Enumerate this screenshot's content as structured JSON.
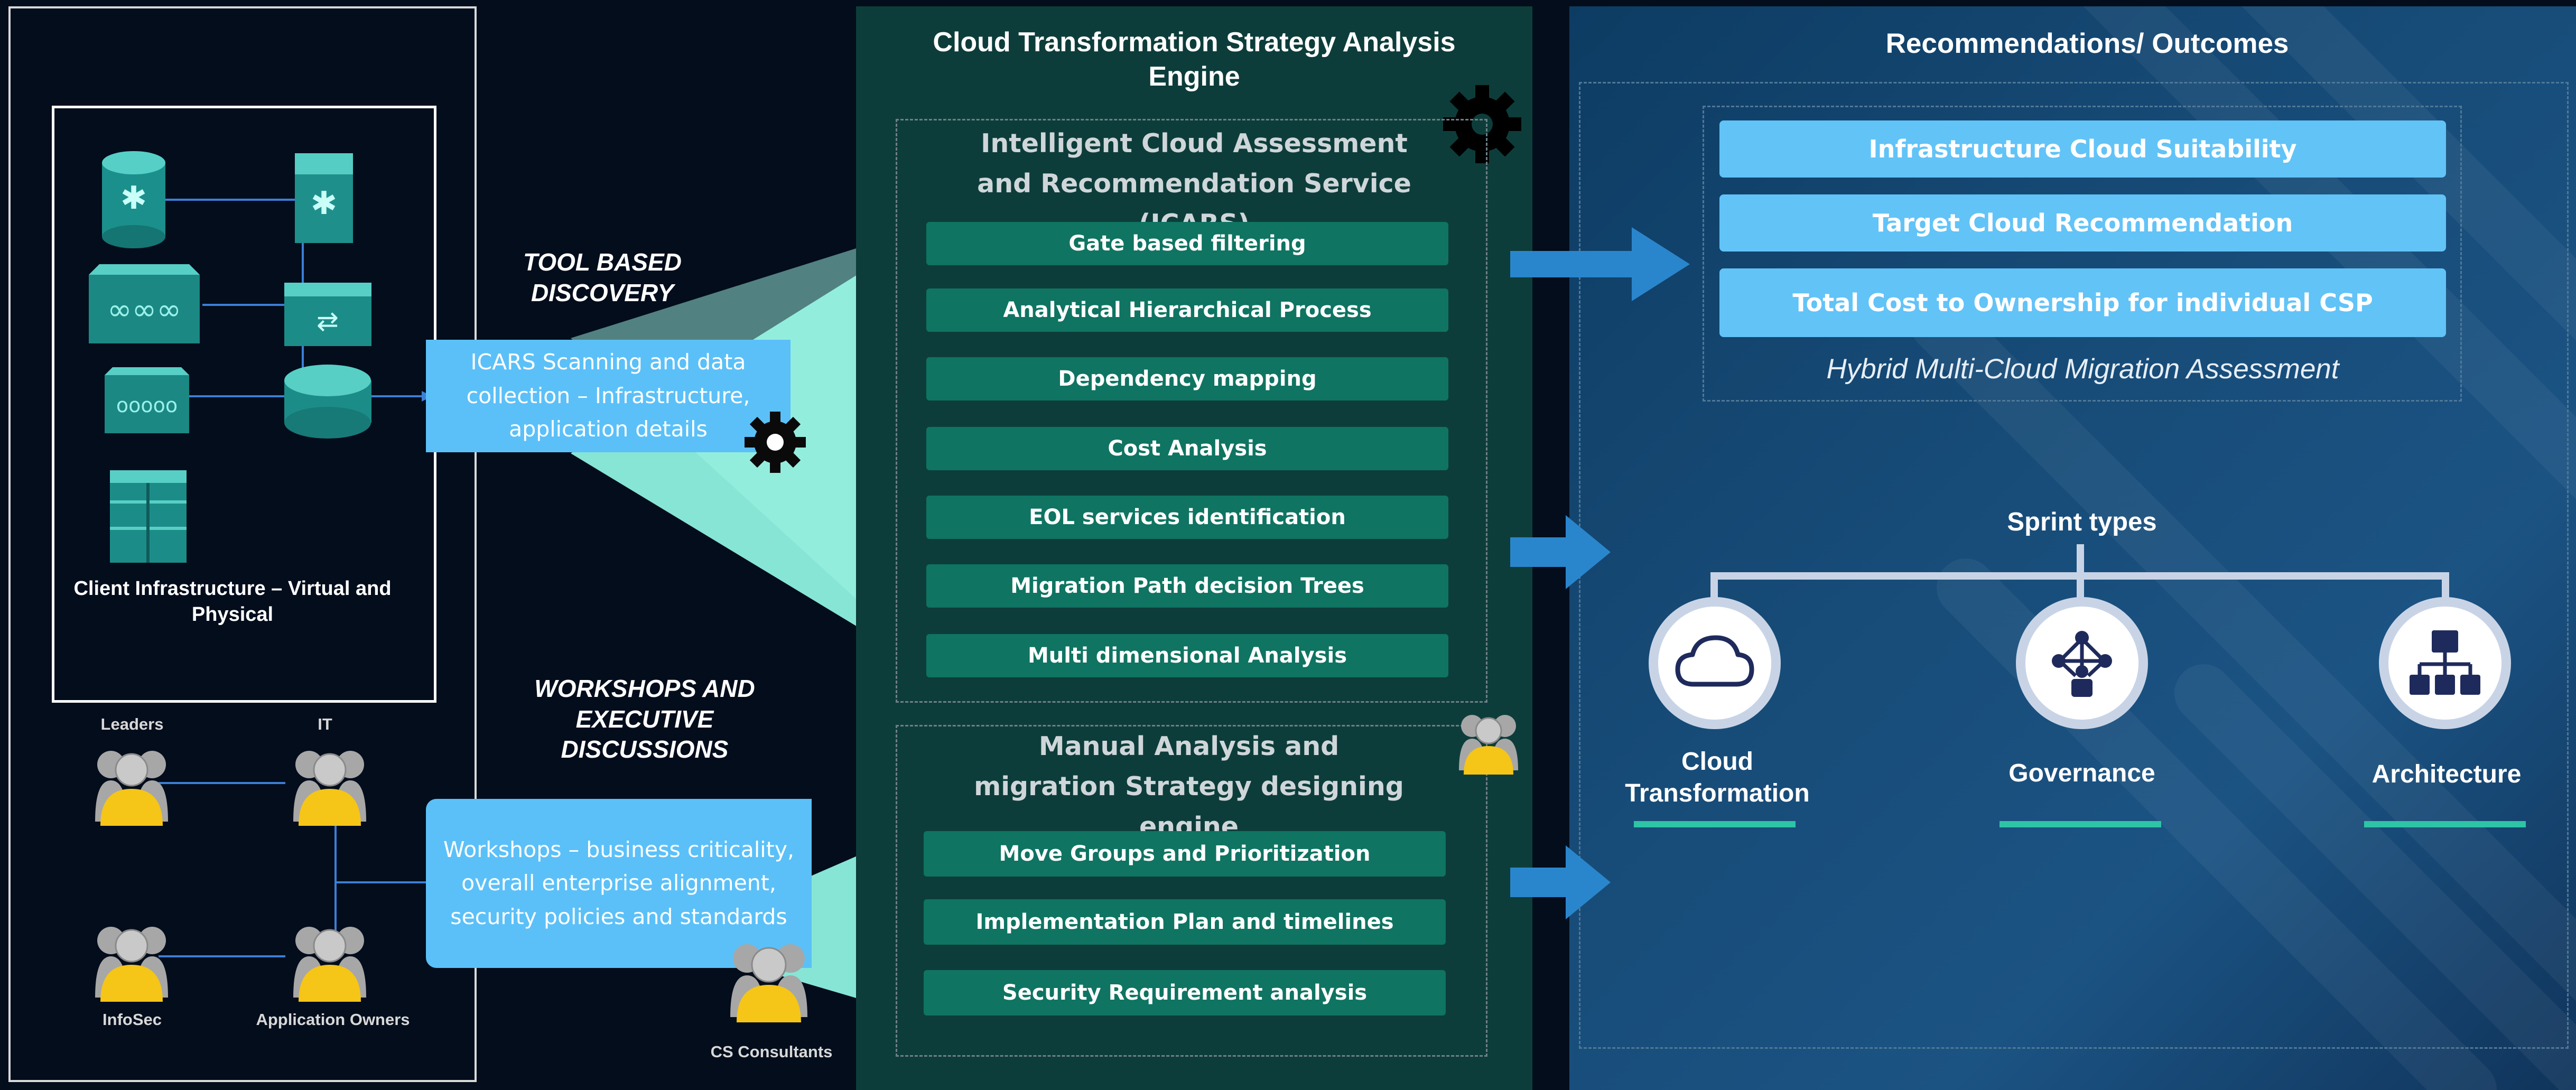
{
  "left": {
    "tool_heading": "TOOL BASED\nDISCOVERY",
    "workshops_heading": "WORKSHOPS AND\nEXECUTIVE\nDISCUSSIONS",
    "infra_label": "Client Infrastructure – Virtual and Physical",
    "icars_callout": "ICARS Scanning and data collection – Infrastructure, application details",
    "workshops_callout": "Workshops – business criticality, overall enterprise alignment, security policies and standards",
    "people": {
      "leaders": "Leaders",
      "it": "IT",
      "infosec": "InfoSec",
      "app_owners": "Application Owners",
      "consultants": "CS Consultants"
    }
  },
  "middle": {
    "title": "Cloud Transformation Strategy Analysis Engine",
    "icars_title": "Intelligent Cloud Assessment and Recommendation Service (ICARS)",
    "icars_items": [
      "Gate based filtering",
      "Analytical Hierarchical Process",
      "Dependency mapping",
      "Cost Analysis",
      "EOL services identification",
      "Migration Path decision Trees",
      "Multi dimensional Analysis"
    ],
    "manual_title": "Manual Analysis and migration Strategy designing engine",
    "manual_items": [
      "Move Groups and Prioritization",
      "Implementation Plan and timelines",
      "Security Requirement analysis"
    ]
  },
  "right": {
    "title": "Recommendations/ Outcomes",
    "outcomes": [
      "Infrastructure Cloud Suitability",
      "Target Cloud Recommendation",
      "Total Cost to Ownership for individual CSP"
    ],
    "assessment_caption": "Hybrid Multi-Cloud Migration Assessment",
    "sprint_title": "Sprint types",
    "sprints": [
      {
        "label": "Cloud\nTransformation",
        "icon": "cloud-icon"
      },
      {
        "label": "Governance",
        "icon": "governance-network-icon"
      },
      {
        "label": "Architecture",
        "icon": "hierarchy-icon"
      }
    ]
  },
  "colors": {
    "teal_button": "#0f7462",
    "blue_button": "#62c3f7",
    "callout": "#5bc0f8",
    "arrow": "#2a86cc",
    "person_body": "#f5c518",
    "sprint_underline": "#2ec4a6"
  }
}
